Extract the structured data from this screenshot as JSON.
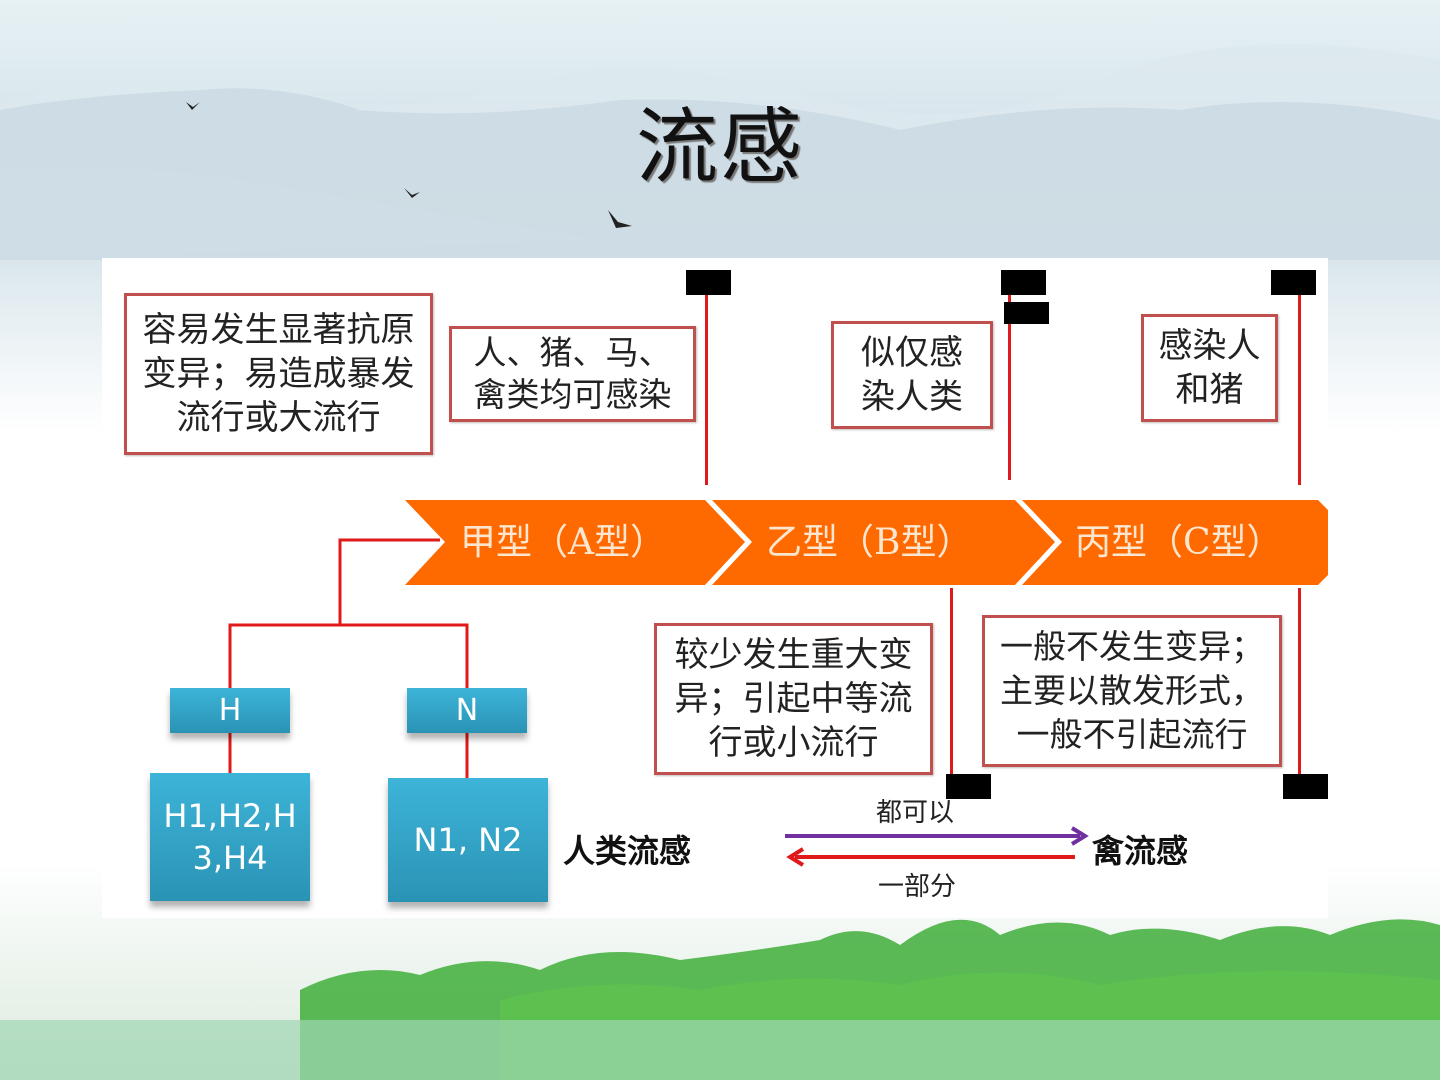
{
  "slide": {
    "title": "流感"
  },
  "types": [
    {
      "label": "甲型（A型）",
      "color": "#ff6a00"
    },
    {
      "label": "乙型（B型）",
      "color": "#ff6a00"
    },
    {
      "label": "丙型（C型）",
      "color": "#ff6a00"
    }
  ],
  "notes": {
    "a_variation": "容易发生显著抗原变异；易造成暴发流行或大流行",
    "a_host": "人、猪、马、禽类均可感染",
    "b_host": "似仅感染人类",
    "c_host": "感染人和猪",
    "b_variation": "较少发生重大变异；引起中等流行或小流行",
    "c_variation": "一般不发生变异；主要以散发形式，一般不引起流行"
  },
  "subtypes": {
    "h_label": "H",
    "n_label": "N",
    "h_values": "H1,H2,H3,H4",
    "n_values": "N1, N2"
  },
  "relation": {
    "human_flu": "人类流感",
    "avian_flu": "禽流感",
    "forward_label": "都可以",
    "backward_label": "一部分",
    "forward_color": "#7030a0",
    "backward_color": "#e01a1a"
  },
  "colors": {
    "accent_orange": "#ff6a00",
    "line_red": "#e01a1a",
    "box_border": "#c0504d",
    "box_blue": "#31a5c9"
  }
}
